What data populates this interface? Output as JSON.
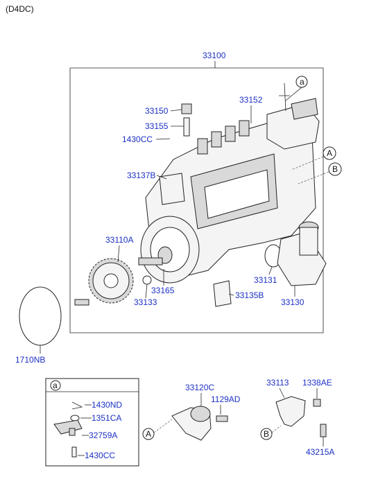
{
  "header": {
    "engine": "(D4DC)"
  },
  "labels": {
    "assembly": "33100",
    "gear": "33110A",
    "o_ring_big": "1710NB",
    "delivery_valve": "33150",
    "valve_holder": "33155",
    "clip_top": "1430CC",
    "governor": "33152",
    "nozzle": "33137B",
    "seal": "33165",
    "washer": "33133",
    "bolt_b": "33135B",
    "gasket": "33131",
    "feed_pump": "33130"
  },
  "callouts": {
    "a": "a",
    "A": "A",
    "B": "B"
  },
  "detail_a": {
    "key": "a",
    "items": [
      "1430ND",
      "1351CA",
      "32759A",
      "1430CC"
    ]
  },
  "detail_A": {
    "key": "A",
    "items": [
      "33120C",
      "1129AD"
    ]
  },
  "detail_B": {
    "key": "B",
    "items": [
      "33113",
      "1338AE",
      "43215A"
    ]
  },
  "colors": {
    "label_blue": "#1a2fc4",
    "text_black": "#111111",
    "line": "#222222"
  }
}
